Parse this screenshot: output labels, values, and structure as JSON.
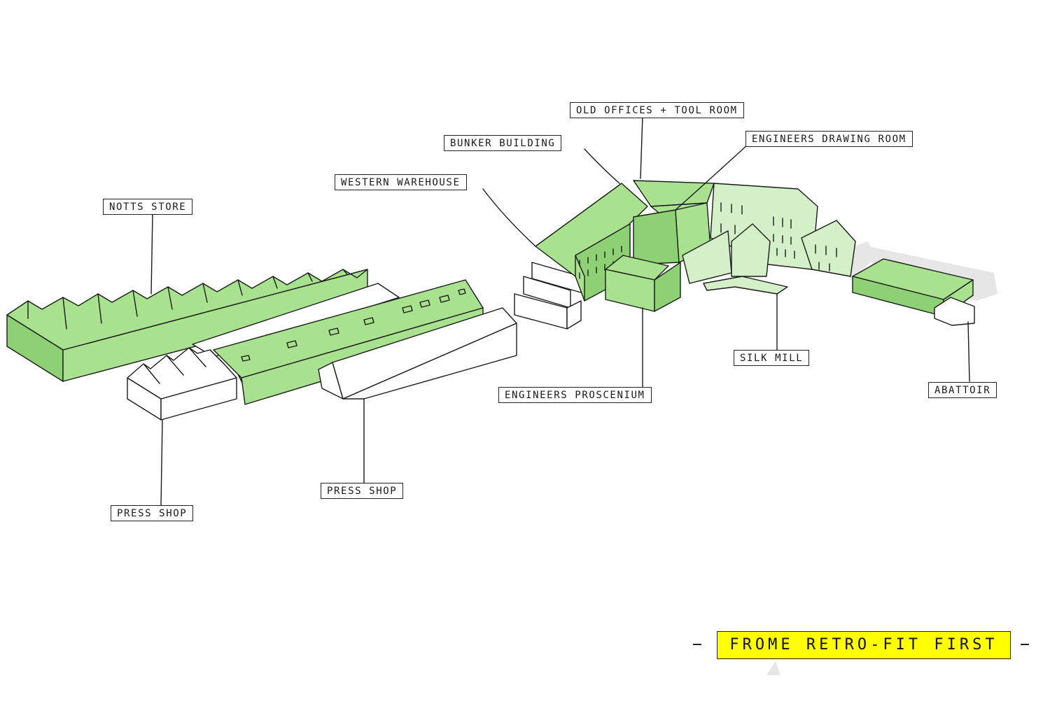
{
  "labels": {
    "notts_store": "NOTTS STORE",
    "western_warehouse": "WESTERN WAREHOUSE",
    "bunker_building": "BUNKER BUILDING",
    "old_offices": "OLD OFFICES + TOOL ROOM",
    "engineers_drawing_room": "ENGINEERS DRAWING ROOM",
    "engineers_proscenium": "ENGINEERS PROSCENIUM",
    "silk_mill": "SILK MILL",
    "abattoir": "ABATTOIR",
    "press_shop_left": "PRESS SHOP",
    "press_shop_mid": "PRESS SHOP"
  },
  "title": "FROME RETRO-FIT FIRST",
  "colors": {
    "green": "#a8e28f",
    "green_dark": "#8dd174",
    "green_light": "#d4f0c8",
    "banner_yellow": "#ffff00",
    "ink": "#1a1a1a"
  }
}
